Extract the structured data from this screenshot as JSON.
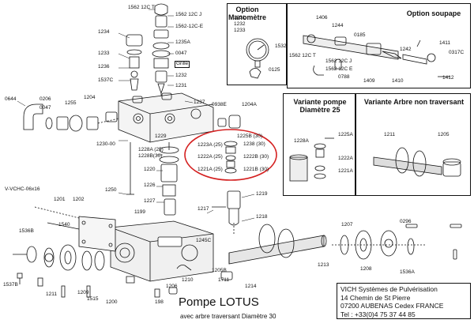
{
  "title": "Pompe LOTUS",
  "subtitle": "avec arbre traversant  Diamètre 30",
  "company": [
    "VICH Systèmes de Pulvérisation",
    "14 Chemin de St Pierre",
    "07200 AUBENAS Cedex FRANCE",
    "Tel : +33(0)4 75 37 44 85"
  ],
  "boxes": {
    "manometre": {
      "title": [
        "Option",
        "Manomètre"
      ]
    },
    "soupape": {
      "title": [
        "Option soupape"
      ]
    },
    "variante_pompe": {
      "title": [
        "Variante pompe",
        "Diamètre 25"
      ]
    },
    "variante_arbre": {
      "title": [
        "Variante Arbre non traversant"
      ]
    }
  },
  "labels": [
    "1562 12C T",
    "1562 12C J",
    "1562-12C-E",
    "1234",
    "1235A",
    "0047",
    "Grille",
    "1233",
    "1232",
    "1537C",
    "1236",
    "1231",
    "0644",
    "0206",
    "0047",
    "1255",
    "1204",
    "1237",
    "0938E",
    "1204A",
    "1229",
    "1230-00",
    "1225B (30)",
    "1223A (25)",
    "1238 (30)",
    "1228A (25)",
    "1228B(30)",
    "1222A (25)",
    "1222B (30)",
    "1221A (25)",
    "1221B (30)",
    "1220",
    "1226",
    "1227",
    "1250",
    "1219",
    "V-VCHC-06x16",
    "1201",
    "1202",
    "1199",
    "1217",
    "1218",
    "1536B",
    "1540",
    "1245C",
    "1205B",
    "1207",
    "0296",
    "1536A",
    "1537B",
    "1211",
    "1209",
    "1515",
    "1200",
    "198",
    "1210",
    "1206",
    "1213",
    "1711",
    "1214",
    "1208",
    "1231",
    "1232",
    "1233",
    "1532",
    "0125",
    "1406",
    "1244",
    "0185",
    "1242",
    "1411",
    "0317C",
    "1562 12C T",
    "1562 12C J",
    "1562 12C E",
    "0788",
    "1409",
    "1410",
    "1412",
    "1228A",
    "1225A",
    "1222A",
    "1221A",
    "1211",
    "1205"
  ],
  "icons": [
    "pump-body-drawing",
    "piston-assembly-drawing",
    "crankshaft-drawing",
    "manometer-gauge-drawing",
    "relief-valve-drawing",
    "highlight-ellipse"
  ],
  "colors": {
    "highlight": "#d42020",
    "line": "#111111",
    "shade": "#9a9a9a"
  }
}
